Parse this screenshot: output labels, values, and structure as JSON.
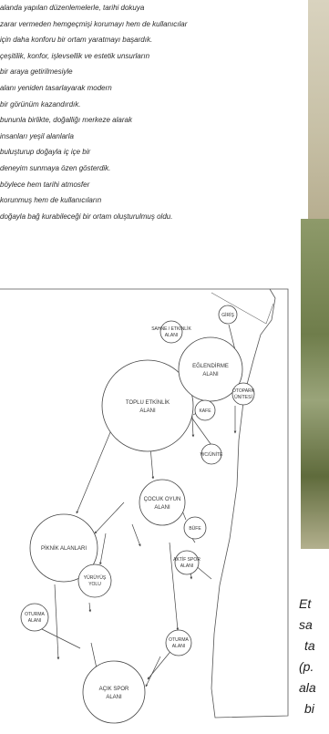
{
  "paragraph": {
    "lines": [
      "alanda yapılan düzenlemelerle, tarihi dokuya",
      "zarar vermeden hemgeçmişi korumayı hem de kullanıcılar",
      "için daha konforu bir ortam yaratmayı başardık.",
      "çeşitilik, konfor, işlevsellik ve estetik unsurların",
      "bir araya getirilmesiyle",
      "alanı yeniden tasarlayarak modern",
      "bir görünüm kazandırdık.",
      "bununla birlikte, doğalliğı merkeze alarak",
      "insanları yeşil alanlarla",
      "buluşturup doğayla iç içe bir",
      "deneyim sunmaya özen gösterdik.",
      "böylece hem tarihi atmosfer",
      "korunmuş hem de kullanıcıların",
      "doğayla bağ kurabileceği bir ortam oluşturulmuş oldu."
    ]
  },
  "diagram": {
    "nodes": [
      {
        "id": "toplu",
        "label_lines": [
          "TOPLU ETKİNLİK",
          "ALANI"
        ]
      },
      {
        "id": "eglenme",
        "label_lines": [
          "EĞLENDİRME",
          "ALANI"
        ]
      },
      {
        "id": "giris",
        "label_lines": [
          "GİRİŞ"
        ]
      },
      {
        "id": "sahne",
        "label_lines": [
          "SAHNE / ETKİNLİK",
          "ALANI"
        ]
      },
      {
        "id": "kafe",
        "label_lines": [
          "KAFE"
        ]
      },
      {
        "id": "otopark",
        "label_lines": [
          "OTOPARK",
          "ÜNİTESİ"
        ]
      },
      {
        "id": "cocuk",
        "label_lines": [
          "ÇOCUK OYUN",
          "ALANI"
        ]
      },
      {
        "id": "buffe",
        "label_lines": [
          "BÜFE"
        ]
      },
      {
        "id": "wc",
        "label_lines": [
          "WC/ÜNİTE"
        ]
      },
      {
        "id": "piknik",
        "label_lines": [
          "PİKNİK ALANLARI"
        ]
      },
      {
        "id": "aktif",
        "label_lines": [
          "AKTİF SPOR",
          "ALANI"
        ]
      },
      {
        "id": "yuruyus",
        "label_lines": [
          "YÜRÜYÜŞ",
          "YOLU"
        ]
      },
      {
        "id": "oturma1",
        "label_lines": [
          "OTURMA",
          "ALANI"
        ]
      },
      {
        "id": "oturma2",
        "label_lines": [
          "OTURMA",
          "ALANI"
        ]
      },
      {
        "id": "acik",
        "label_lines": [
          "AÇIK SPOR",
          "ALANI"
        ]
      }
    ]
  },
  "caption": {
    "lines": [
      "Et",
      "sa",
      "ta",
      "(p.",
      "ala",
      "bi"
    ]
  }
}
